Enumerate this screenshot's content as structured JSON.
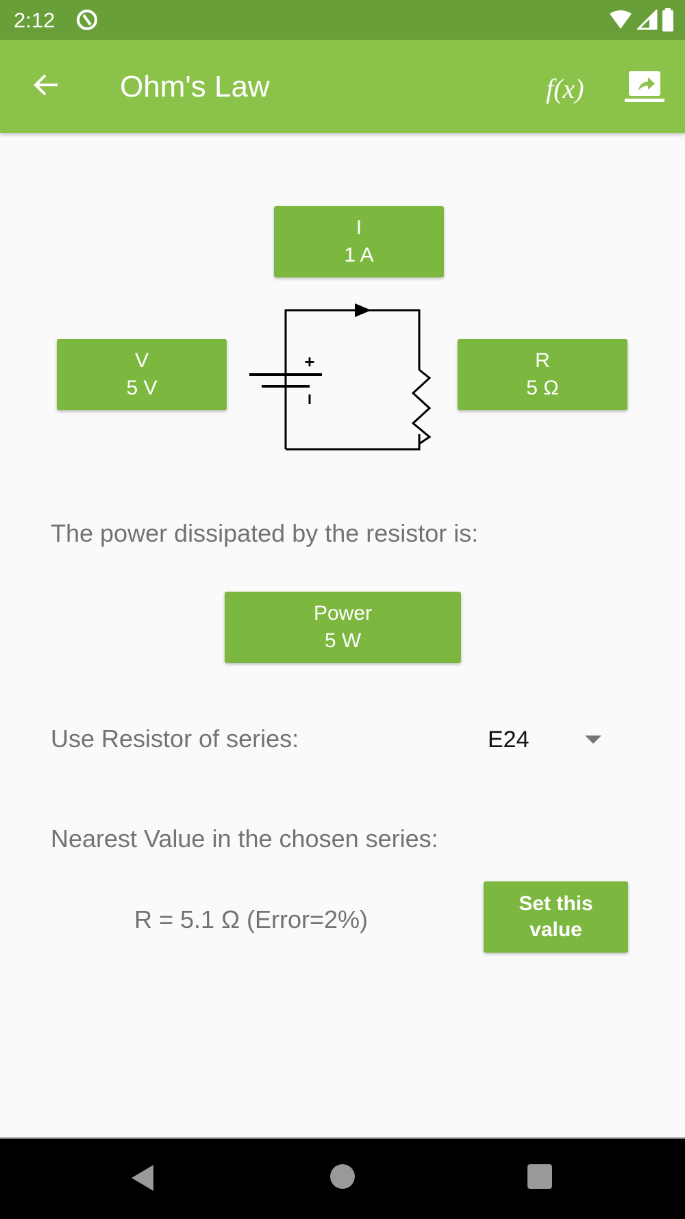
{
  "status_bar": {
    "time": "2:12"
  },
  "app_bar": {
    "title": "Ohm's Law",
    "formula_label": "f(x)"
  },
  "circuit": {
    "current": {
      "name": "I",
      "value": "1 A"
    },
    "voltage": {
      "name": "V",
      "value": "5 V"
    },
    "resistance": {
      "name": "R",
      "value": "5 Ω"
    },
    "battery_plus": "+",
    "battery_minus": "-"
  },
  "power": {
    "description": "The power dissipated by the resistor is:",
    "name": "Power",
    "value": "5 W"
  },
  "series": {
    "label": "Use Resistor of series:",
    "selected": "E24"
  },
  "nearest": {
    "label": "Nearest Value in the chosen series:",
    "result": "R = 5.1 Ω  (Error=2%)",
    "set_button_line1": "Set this",
    "set_button_line2": "value"
  },
  "colors": {
    "status_bar": "#689f38",
    "app_bar": "#8bc34a",
    "button": "#7cb740"
  }
}
